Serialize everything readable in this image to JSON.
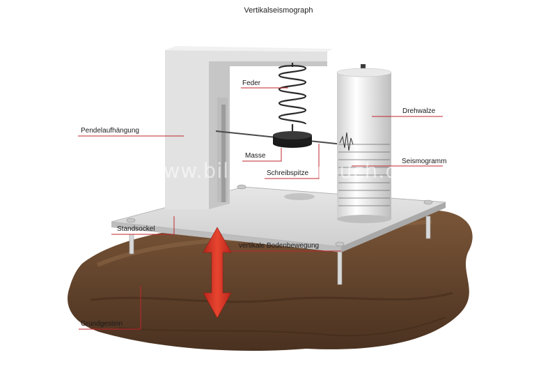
{
  "title": "Vertikalseismograph",
  "watermark": "www.bildwoerterbuch.com",
  "labels": {
    "feder": "Feder",
    "drehwalze": "Drehwalze",
    "pendelaufhaengung": "Pendelaufhängung",
    "masse": "Masse",
    "schreibspitze": "Schreibspitze",
    "seismogramm": "Seismogramm",
    "standsockel": "Standsockel",
    "bodenbewegung": "vertikale Bodenbewegung",
    "grundgestein": "Grundgestein"
  },
  "colors": {
    "leader": "#c0262b",
    "arrow": "#d93a2b",
    "rock": "#6b4a30",
    "metal": "#d9d9d9"
  }
}
